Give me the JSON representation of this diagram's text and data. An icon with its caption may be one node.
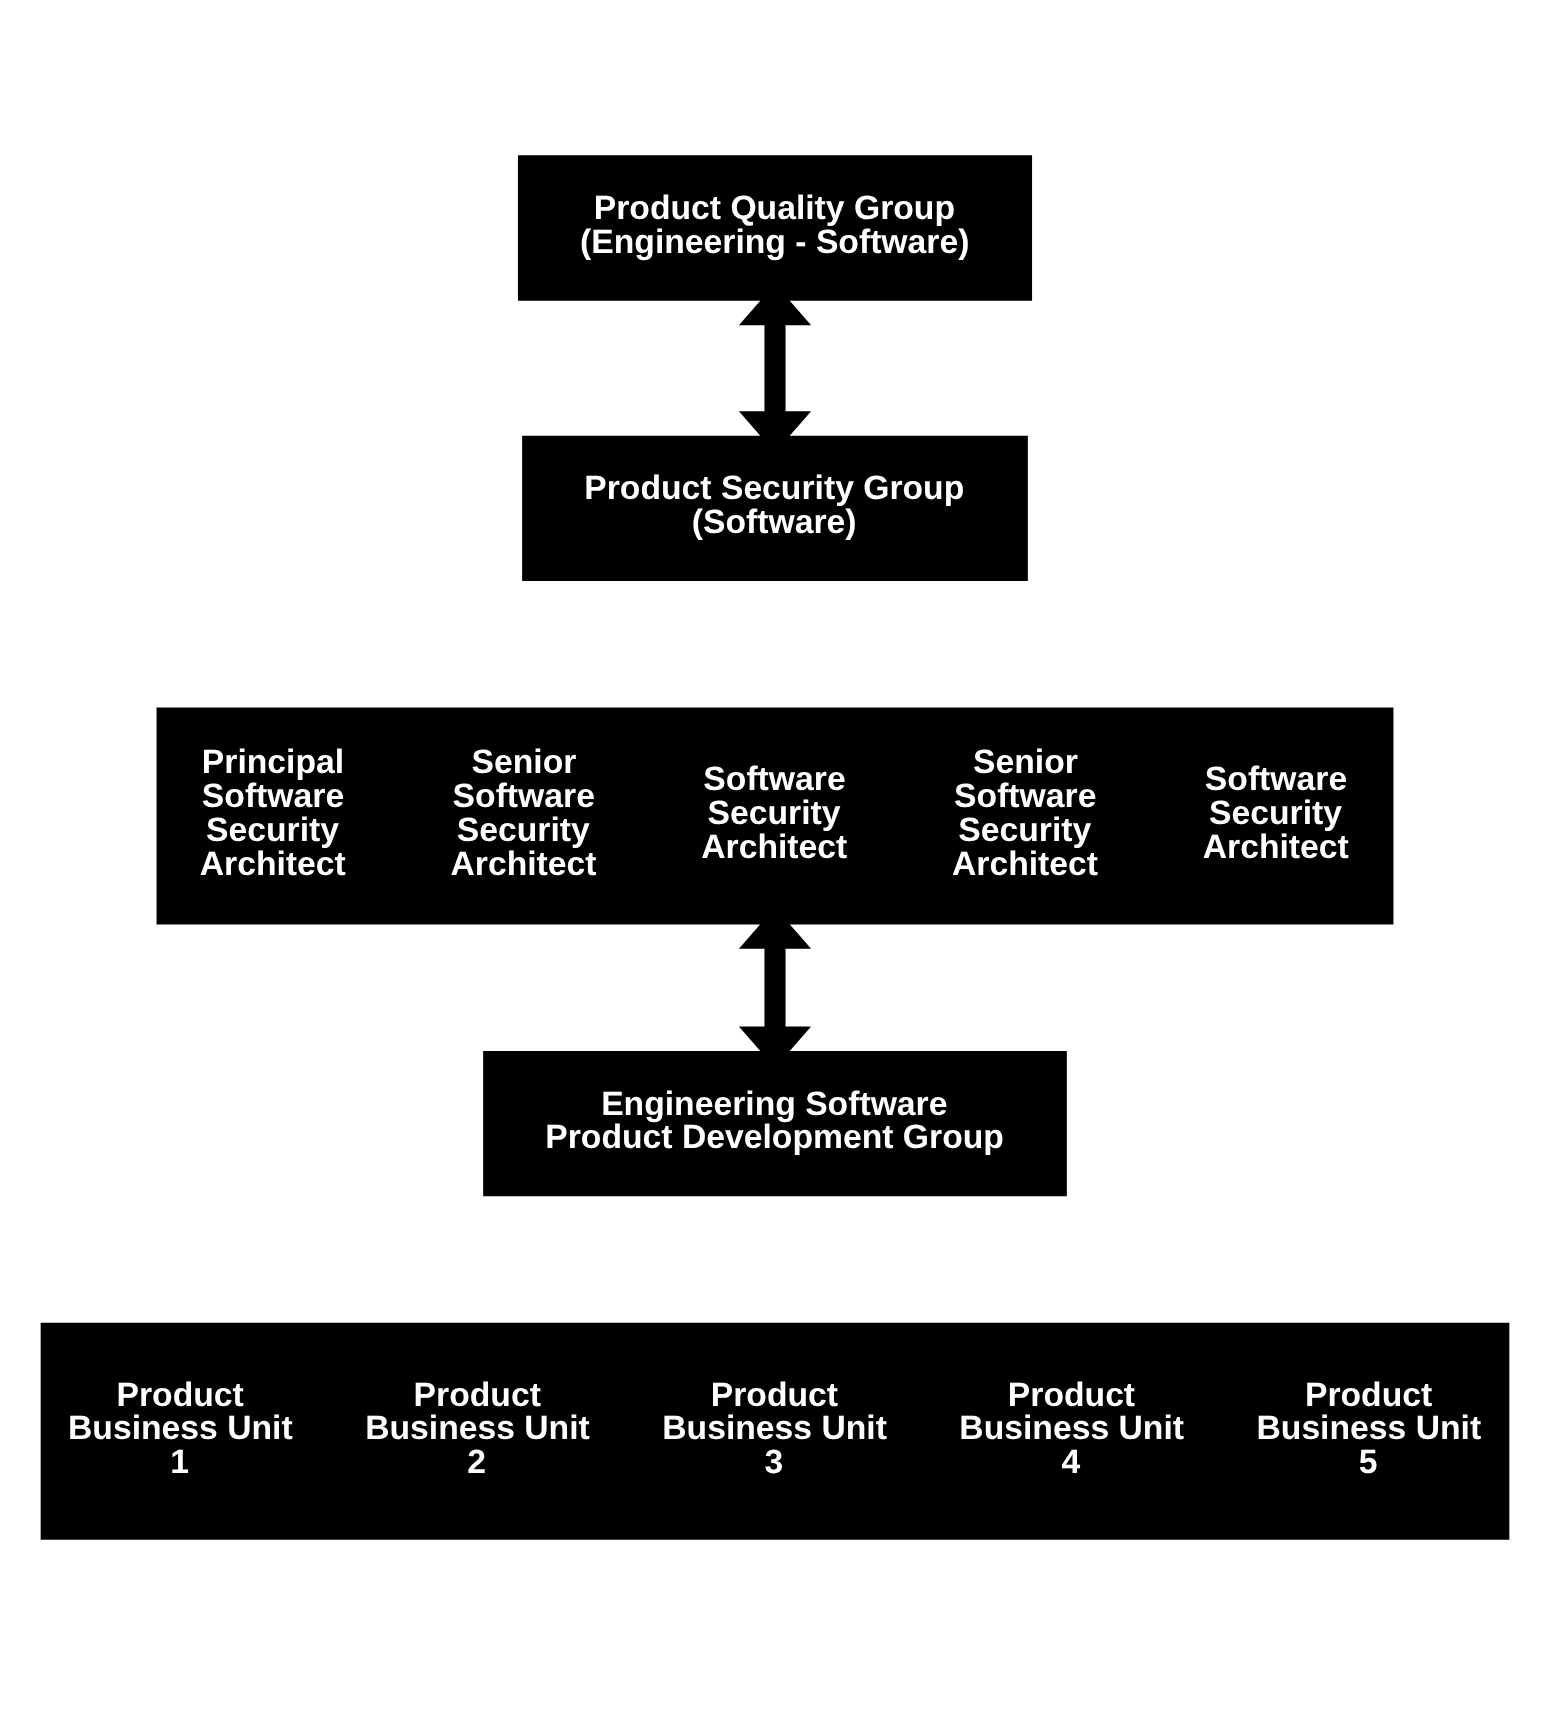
{
  "diagram": {
    "nodes": [
      {
        "text": [
          "Product Quality Group (Engineering - Software)"
        ]
      },
      {
        "text": [
          "Product Security Group (Software)"
        ]
      },
      {
        "text": [],
        "shape": "bar"
      },
      {
        "text": [
          "Principal Software Security Architect"
        ],
        "in": 2
      },
      {
        "text": [
          "Senior Software Security Architect"
        ],
        "in": 2
      },
      {
        "text": [
          "Software Security Architect"
        ],
        "in": 2
      },
      {
        "text": [
          "Senior Software Security Architect"
        ],
        "in": 2
      },
      {
        "text": [
          "Software Security Architect"
        ],
        "in": 2
      },
      {
        "text": [
          "Engineering Software Product Development Group"
        ]
      },
      {
        "text": [],
        "shape": "bar"
      },
      {
        "text": [
          "Product Business Unit 1"
        ],
        "in": 9
      },
      {
        "text": [
          "Product Business Unit 2"
        ],
        "in": 9
      },
      {
        "text": [
          "Product Business Unit 3"
        ],
        "in": 9
      },
      {
        "text": [
          "Product Business Unit 4"
        ],
        "in": 9
      },
      {
        "text": [
          "Product Business Unit 5"
        ],
        "in": 9
      }
    ],
    "edges": [
      {
        "from": 0,
        "to": 1,
        "arrow": "both"
      },
      {
        "from": 2,
        "to": 8,
        "arrow": "both"
      }
    ]
  }
}
